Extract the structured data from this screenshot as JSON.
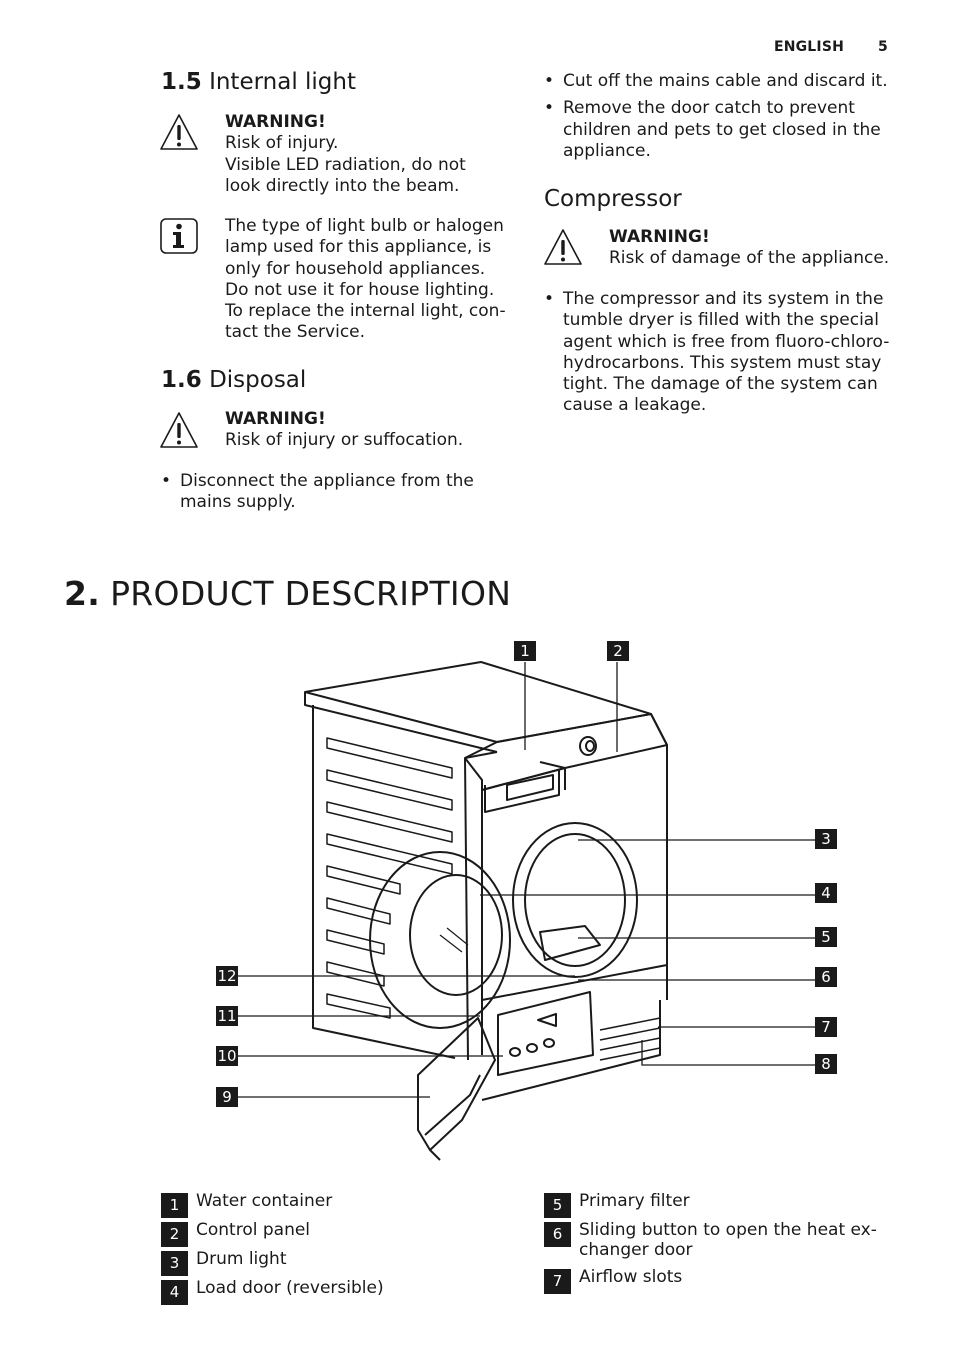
{
  "header": {
    "language": "ENGLISH",
    "page_number": "5"
  },
  "section_1_5": {
    "number": "1.5",
    "title": "Internal light",
    "warning": {
      "title": "WARNING!",
      "lines": [
        "Risk of injury.",
        "Visible LED radiation, do not",
        "look directly into the beam."
      ]
    },
    "info": {
      "lines": [
        "The type of light bulb or halogen",
        "lamp used for this appliance, is",
        "only for household appliances.",
        "Do not use it for house lighting.",
        "To replace the internal light, con-",
        "tact the Service."
      ]
    }
  },
  "section_1_6": {
    "number": "1.6",
    "title": "Disposal",
    "warning": {
      "title": "WARNING!",
      "lines": [
        "Risk of injury or suffocation."
      ]
    },
    "bullets": [
      [
        "Disconnect the appliance from the",
        "mains supply."
      ]
    ]
  },
  "right_column": {
    "bullets": [
      [
        "Cut off the mains cable and discard it."
      ],
      [
        "Remove the door catch to prevent",
        "children and pets to get closed in the",
        "appliance."
      ]
    ],
    "compressor": {
      "title": "Compressor",
      "warning": {
        "title": "WARNING!",
        "lines": [
          "Risk of damage of the appliance."
        ]
      },
      "bullets": [
        [
          "The compressor and its system in the",
          "tumble dryer is filled with the special",
          "agent which is free from fluoro-chloro-",
          "hydrocarbons. This system must stay",
          "tight. The damage of the system can",
          "cause a leakage."
        ]
      ]
    }
  },
  "section_2": {
    "number": "2.",
    "title": "PRODUCT DESCRIPTION"
  },
  "diagram": {
    "callouts": [
      "1",
      "2",
      "3",
      "4",
      "5",
      "6",
      "7",
      "8",
      "9",
      "10",
      "11",
      "12"
    ]
  },
  "legend_left": [
    {
      "num": "1",
      "label": "Water container"
    },
    {
      "num": "2",
      "label": "Control panel"
    },
    {
      "num": "3",
      "label": "Drum light"
    },
    {
      "num": "4",
      "label": "Load door (reversible)"
    }
  ],
  "legend_right": [
    {
      "num": "5",
      "label": "Primary filter"
    },
    {
      "num": "6",
      "label": "Sliding button to open the heat ex-\nchanger door"
    },
    {
      "num": "7",
      "label": "Airflow slots"
    }
  ]
}
